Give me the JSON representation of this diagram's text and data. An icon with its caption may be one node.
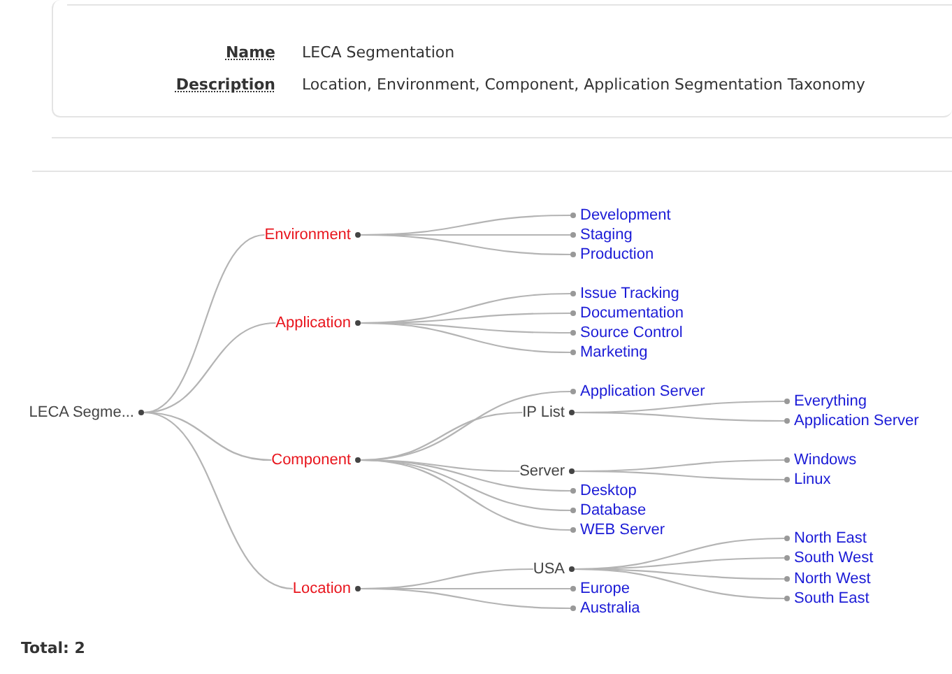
{
  "diagram": {
    "nodes": [
      {
        "text": [
          "LECA Segme..."
        ]
      },
      {
        "text": [
          "Environment"
        ]
      },
      {
        "text": [
          "Development"
        ]
      },
      {
        "text": [
          "Staging"
        ]
      },
      {
        "text": [
          "Production"
        ]
      },
      {
        "text": [
          "Application"
        ]
      },
      {
        "text": [
          "Issue Tracking"
        ]
      },
      {
        "text": [
          "Documentation"
        ]
      },
      {
        "text": [
          "Source Control"
        ]
      },
      {
        "text": [
          "Marketing"
        ]
      },
      {
        "text": [
          "Component"
        ]
      },
      {
        "text": [
          "Application Server"
        ]
      },
      {
        "text": [
          "IP List"
        ]
      },
      {
        "text": [
          "Everything"
        ]
      },
      {
        "text": [
          "Application Server"
        ]
      },
      {
        "text": [
          "Server"
        ]
      },
      {
        "text": [
          "Windows"
        ]
      },
      {
        "text": [
          "Linux"
        ]
      },
      {
        "text": [
          "Desktop"
        ]
      },
      {
        "text": [
          "Database"
        ]
      },
      {
        "text": [
          "WEB Server"
        ]
      },
      {
        "text": [
          "Location"
        ]
      },
      {
        "text": [
          "USA"
        ]
      },
      {
        "text": [
          "North East"
        ]
      },
      {
        "text": [
          "South West"
        ]
      },
      {
        "text": [
          "North West"
        ]
      },
      {
        "text": [
          "South East"
        ]
      },
      {
        "text": [
          "Europe"
        ]
      },
      {
        "text": [
          "Australia"
        ]
      }
    ],
    "edges": [
      {
        "from": 0,
        "to": 1,
        "arrow": "none"
      },
      {
        "from": 1,
        "to": 2,
        "arrow": "none"
      },
      {
        "from": 1,
        "to": 3,
        "arrow": "none"
      },
      {
        "from": 1,
        "to": 4,
        "arrow": "none"
      },
      {
        "from": 0,
        "to": 5,
        "arrow": "none"
      },
      {
        "from": 5,
        "to": 6,
        "arrow": "none"
      },
      {
        "from": 5,
        "to": 7,
        "arrow": "none"
      },
      {
        "from": 5,
        "to": 8,
        "arrow": "none"
      },
      {
        "from": 5,
        "to": 9,
        "arrow": "none"
      },
      {
        "from": 0,
        "to": 10,
        "arrow": "none"
      },
      {
        "from": 10,
        "to": 11,
        "arrow": "none"
      },
      {
        "from": 10,
        "to": 12,
        "arrow": "none"
      },
      {
        "from": 12,
        "to": 13,
        "arrow": "none"
      },
      {
        "from": 12,
        "to": 14,
        "arrow": "none"
      },
      {
        "from": 10,
        "to": 15,
        "arrow": "none"
      },
      {
        "from": 15,
        "to": 16,
        "arrow": "none"
      },
      {
        "from": 15,
        "to": 17,
        "arrow": "none"
      },
      {
        "from": 10,
        "to": 18,
        "arrow": "none"
      },
      {
        "from": 10,
        "to": 19,
        "arrow": "none"
      },
      {
        "from": 10,
        "to": 20,
        "arrow": "none"
      },
      {
        "from": 0,
        "to": 21,
        "arrow": "none"
      },
      {
        "from": 21,
        "to": 22,
        "arrow": "none"
      },
      {
        "from": 22,
        "to": 23,
        "arrow": "none"
      },
      {
        "from": 22,
        "to": 24,
        "arrow": "none"
      },
      {
        "from": 22,
        "to": 25,
        "arrow": "none"
      },
      {
        "from": 22,
        "to": 26,
        "arrow": "none"
      },
      {
        "from": 21,
        "to": 27,
        "arrow": "none"
      },
      {
        "from": 21,
        "to": 28,
        "arrow": "none"
      }
    ],
    "labels": [
      "Name",
      "LECA Segmentation",
      "Description",
      "Location, Environment, Component, Application Segmentation Taxonomy",
      "Total: 2"
    ]
  }
}
